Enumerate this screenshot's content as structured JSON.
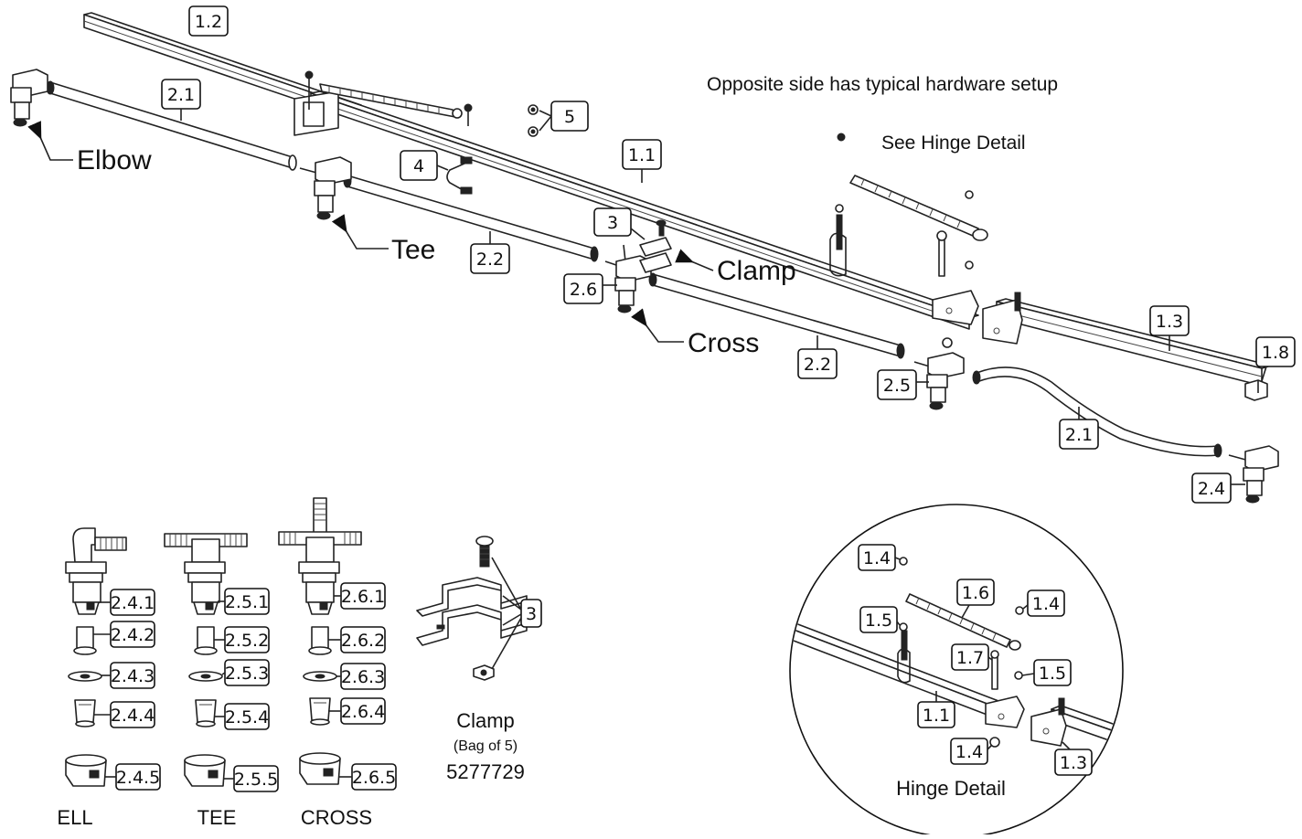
{
  "callouts": {
    "c1_2": "1.2",
    "c2_1a": "2.1",
    "c5": "5",
    "c4": "4",
    "c1_1": "1.1",
    "c3": "3",
    "c2_2a": "2.2",
    "c2_6": "2.6",
    "c2_2b": "2.2",
    "c2_5": "2.5",
    "c1_3": "1.3",
    "c1_8": "1.8",
    "c2_1b": "2.1",
    "c2_4": "2.4",
    "c2_4_1": "2.4.1",
    "c2_4_2": "2.4.2",
    "c2_4_3": "2.4.3",
    "c2_4_4": "2.4.4",
    "c2_4_5": "2.4.5",
    "c2_5_1": "2.5.1",
    "c2_5_2": "2.5.2",
    "c2_5_3": "2.5.3",
    "c2_5_4": "2.5.4",
    "c2_5_5": "2.5.5",
    "c2_6_1": "2.6.1",
    "c2_6_2": "2.6.2",
    "c2_6_3": "2.6.3",
    "c2_6_4": "2.6.4",
    "c2_6_5": "2.6.5",
    "c3_clamp": "3",
    "h1_4a": "1.4",
    "h1_6": "1.6",
    "h1_4b": "1.4",
    "h1_5a": "1.5",
    "h1_7": "1.7",
    "h1_5b": "1.5",
    "h1_1": "1.1",
    "h1_4c": "1.4",
    "h1_3": "1.3"
  },
  "labels": {
    "elbow": "Elbow",
    "tee": "Tee",
    "clamp": "Clamp",
    "cross": "Cross",
    "opposite_note": "Opposite side has typical hardware setup",
    "see_hinge": "See Hinge Detail",
    "ell": "ELL",
    "tee_caption": "TEE",
    "cross_caption": "CROSS",
    "clamp_title": "Clamp",
    "clamp_bag": "(Bag of 5)",
    "clamp_part_no": "5277729",
    "hinge_detail": "Hinge Detail"
  }
}
